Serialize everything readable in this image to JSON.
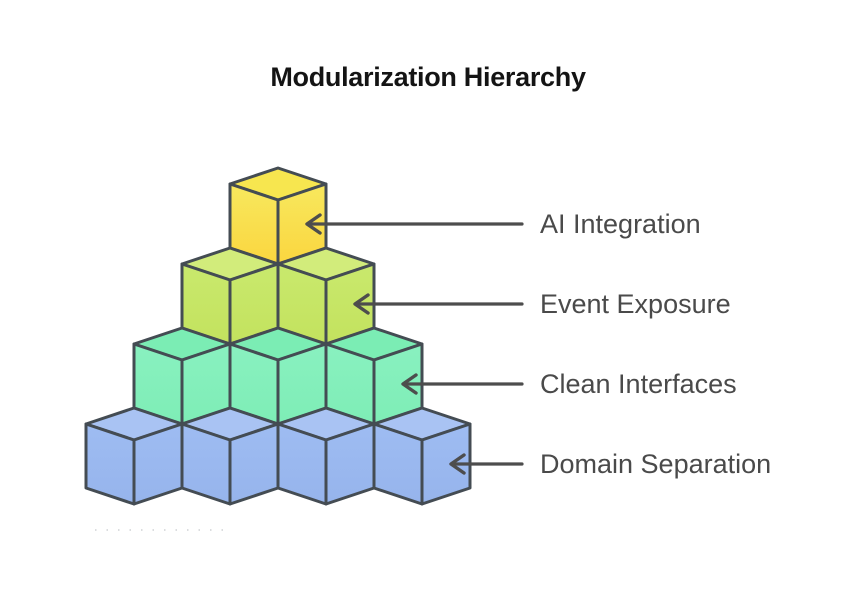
{
  "title": "Modularization Hierarchy",
  "diagram": {
    "type": "isometric-cube-pyramid",
    "background": "#ffffff",
    "outline_color": "#444C53",
    "arrow_color": "#4d4d4d",
    "label_color": "#4a4a4a",
    "title_color": "#141414",
    "levels": [
      {
        "label": "AI Integration",
        "cubes": 1,
        "colors": {
          "top": "#F7E64F",
          "side_from": "#F8E85E",
          "side_to": "#FAD63F"
        }
      },
      {
        "label": "Event Exposure",
        "cubes": 2,
        "colors": {
          "top": "#D2EC7B",
          "side_from": "#C9E96D",
          "side_to": "#C3E25E"
        }
      },
      {
        "label": "Clean Interfaces",
        "cubes": 3,
        "colors": {
          "top": "#7BEDB4",
          "side_from": "#89F1C0",
          "side_to": "#7EEDB6"
        }
      },
      {
        "label": "Domain Separation",
        "cubes": 4,
        "colors": {
          "top": "#A9C3F3",
          "side_from": "#9EBCF2",
          "side_to": "#96B4EC"
        }
      }
    ]
  }
}
